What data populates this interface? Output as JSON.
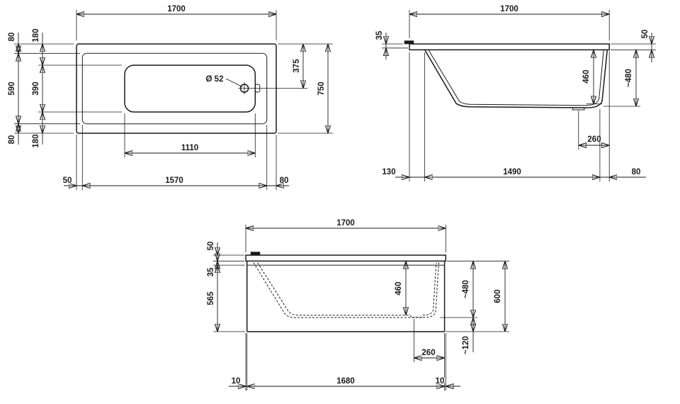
{
  "meta": {
    "doc_name": "bathtub-dimension-drawing"
  },
  "colors": {
    "line": "#1a1a1a",
    "background": "#ffffff"
  },
  "plan_view": {
    "length_total": "1700",
    "rim_top": "80",
    "deck_top": "180",
    "inner_width": "590",
    "basin_width": "390",
    "deck_bottom": "180",
    "rim_bottom": "80",
    "drain_from_top": "375",
    "width_total": "750",
    "basin_length": "1110",
    "rim_left": "50",
    "inner_length": "1570",
    "rim_right": "80",
    "drain_diameter": "Ø 52"
  },
  "side_view": {
    "length_total": "1700",
    "rim_lip": "35",
    "rim_height": "50",
    "inner_depth": "460",
    "body_height": "~480",
    "drain_from_end": "260",
    "apron_left": "130",
    "bottom_length": "1490",
    "apron_right": "80"
  },
  "front_view": {
    "length_total": "1700",
    "rim_height": "50",
    "rim_lip": "35",
    "apron_height": "565",
    "inner_depth": "460",
    "body_height": "~480",
    "total_height": "600",
    "floor_gap": "~120",
    "drain_from_end": "260",
    "panel_inset_left": "10",
    "panel_length": "1680",
    "panel_inset_right": "10"
  }
}
